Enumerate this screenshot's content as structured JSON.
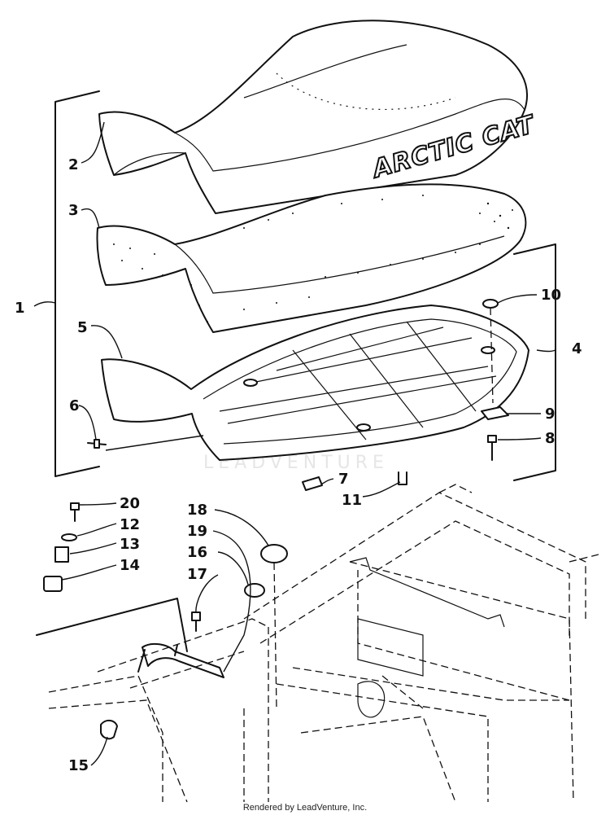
{
  "diagram": {
    "brand_text": "ARCTIC CAT",
    "watermark": "LEADVENTURE",
    "callouts": [
      "1",
      "2",
      "3",
      "4",
      "5",
      "6",
      "7",
      "8",
      "9",
      "10",
      "11",
      "12",
      "13",
      "14",
      "15",
      "16",
      "17",
      "18",
      "19",
      "20"
    ]
  },
  "footer": {
    "credit": "Rendered by LeadVenture, Inc."
  }
}
